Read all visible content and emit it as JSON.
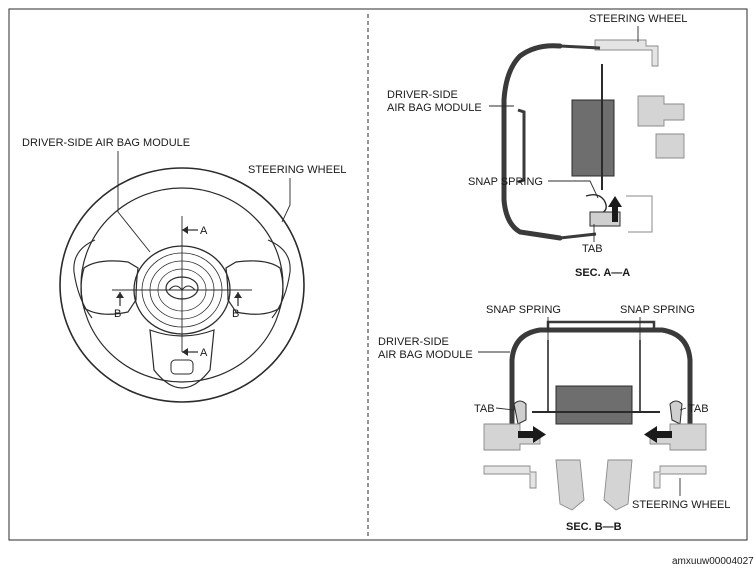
{
  "left_view": {
    "airbag_label": "DRIVER-SIDE AIR BAG MODULE",
    "wheel_label": "STEERING WHEEL",
    "section_a_top": "A",
    "section_a_bottom": "A",
    "section_b_left": "B",
    "section_b_right": "B"
  },
  "section_aa": {
    "wheel_label": "STEERING WHEEL",
    "airbag_label_line1": "DRIVER-SIDE",
    "airbag_label_line2": "AIR BAG MODULE",
    "snap_label": "SNAP SPRING",
    "tab_label": "TAB",
    "caption": "SEC. A—A"
  },
  "section_bb": {
    "snap_left": "SNAP SPRING",
    "snap_right": "SNAP SPRING",
    "airbag_label_line1": "DRIVER-SIDE",
    "airbag_label_line2": "AIR BAG MODULE",
    "tab_left": "TAB",
    "tab_right": "TAB",
    "wheel_label": "STEERING WHEEL",
    "caption": "SEC. B—B"
  },
  "figure_code": "amxuuw00004027",
  "colors": {
    "line": "#2b2b2b",
    "fill_dark": "#707070",
    "fill_mid": "#b8b8b8",
    "fill_light": "#d9d9d9"
  }
}
